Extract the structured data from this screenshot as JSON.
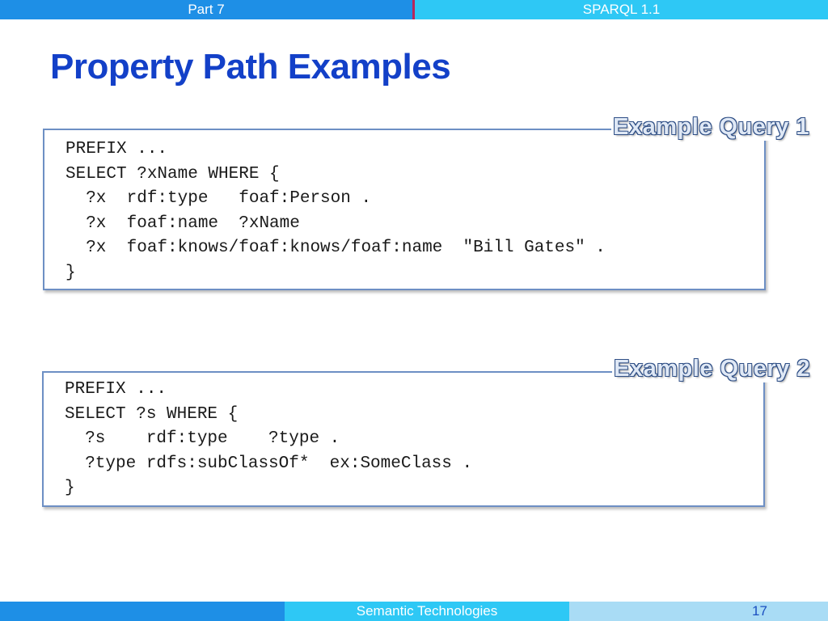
{
  "header": {
    "part": "Part 7",
    "topic": "SPARQL 1.1"
  },
  "slide": {
    "title": "Property Path Examples"
  },
  "queries": [
    {
      "label": "Example Query 1",
      "code": "PREFIX ...\nSELECT ?xName WHERE {\n  ?x  rdf:type   foaf:Person .\n  ?x  foaf:name  ?xName\n  ?x  foaf:knows/foaf:knows/foaf:name  \"Bill Gates\" .\n}"
    },
    {
      "label": "Example Query 2",
      "code": "PREFIX ...\nSELECT ?s WHERE {\n  ?s    rdf:type    ?type .\n  ?type rdfs:subClassOf*  ex:SomeClass .\n}"
    }
  ],
  "footer": {
    "course": "Semantic Technologies",
    "page": "17"
  },
  "colors": {
    "title": "#1340c8",
    "bar_dark": "#1e8fe6",
    "bar_light": "#2ec8f5",
    "bar_pale": "#a9dcf5",
    "accent": "#b8265a",
    "box_border": "#6d8fc4"
  }
}
